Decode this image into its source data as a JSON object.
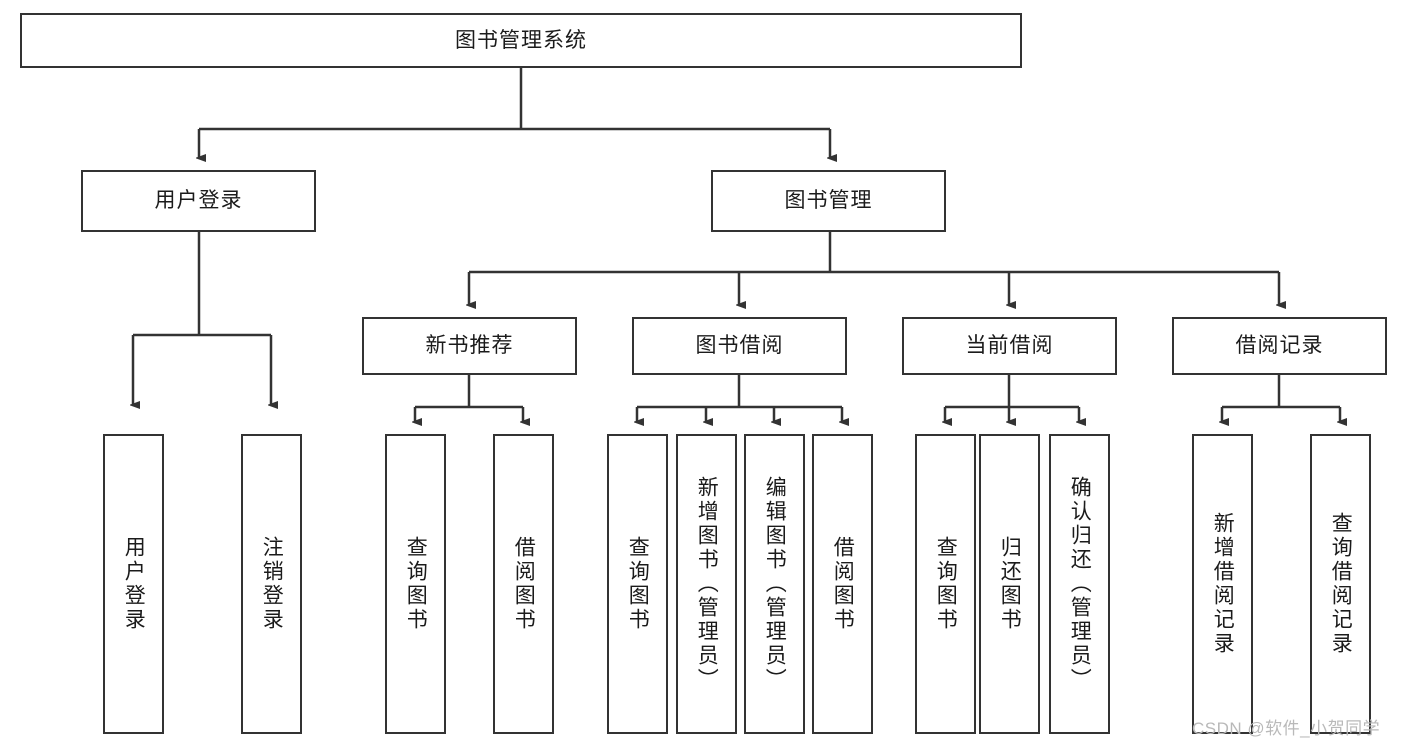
{
  "diagram": {
    "title": "图书管理系统",
    "type": "hierarchy-tree",
    "watermark": "CSDN @软件_小贺同学",
    "colors": {
      "box_border": "#333333",
      "box_fill": "#ffffff",
      "connector": "#333333",
      "text": "#1b1b1b",
      "watermark": "#b9b9b9"
    },
    "root": {
      "label": "图书管理系统",
      "orientation": "horizontal"
    },
    "level2": [
      {
        "label": "用户登录",
        "orientation": "horizontal"
      },
      {
        "label": "图书管理",
        "orientation": "horizontal"
      }
    ],
    "level3": [
      {
        "label": "新书推荐",
        "orientation": "horizontal"
      },
      {
        "label": "图书借阅",
        "orientation": "horizontal"
      },
      {
        "label": "当前借阅",
        "orientation": "horizontal"
      },
      {
        "label": "借阅记录",
        "orientation": "horizontal"
      }
    ],
    "leaves": {
      "user_login": [
        {
          "label": "用户登录",
          "orientation": "vertical"
        },
        {
          "label": "注销登录",
          "orientation": "vertical"
        }
      ],
      "new_book_recommend": [
        {
          "label": "查询图书",
          "orientation": "vertical"
        },
        {
          "label": "借阅图书",
          "orientation": "vertical"
        }
      ],
      "book_borrow": [
        {
          "label": "查询图书",
          "orientation": "vertical"
        },
        {
          "label": "新增图书（管理员）",
          "orientation": "vertical"
        },
        {
          "label": "编辑图书（管理员）",
          "orientation": "vertical"
        },
        {
          "label": "借阅图书",
          "orientation": "vertical"
        }
      ],
      "current_borrow": [
        {
          "label": "查询图书",
          "orientation": "vertical"
        },
        {
          "label": "归还图书",
          "orientation": "vertical"
        },
        {
          "label": "确认归还（管理员）",
          "orientation": "vertical"
        }
      ],
      "borrow_record": [
        {
          "label": "新增借阅记录",
          "orientation": "vertical"
        },
        {
          "label": "查询借阅记录",
          "orientation": "vertical"
        }
      ]
    }
  }
}
